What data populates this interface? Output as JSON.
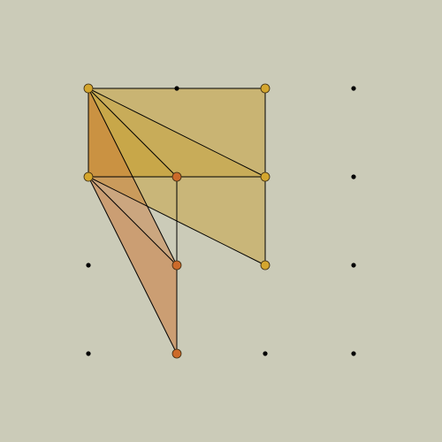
{
  "colors": {
    "background": "#CBCBB8",
    "line": "#000000",
    "gold_fill": "#C8A23A",
    "orange_fill": "#CC7A3A",
    "gold_vertex": "#D4A62E",
    "orange_vertex": "#CC6A2A",
    "dot": "#000000"
  },
  "grid": {
    "columns": [
      0,
      1,
      2,
      3
    ],
    "rows": [
      0,
      1,
      2,
      3
    ]
  },
  "vertices": [
    {
      "id": "A",
      "col": 0,
      "row": 0,
      "tone": "gold"
    },
    {
      "id": "B",
      "col": 2,
      "row": 0,
      "tone": "gold"
    },
    {
      "id": "C",
      "col": 0,
      "row": 1,
      "tone": "gold"
    },
    {
      "id": "D",
      "col": 1,
      "row": 1,
      "tone": "orange"
    },
    {
      "id": "E",
      "col": 2,
      "row": 1,
      "tone": "gold"
    },
    {
      "id": "F",
      "col": 2,
      "row": 2,
      "tone": "gold"
    },
    {
      "id": "G",
      "col": 1,
      "row": 2,
      "tone": "orange"
    },
    {
      "id": "H",
      "col": 1,
      "row": 3,
      "tone": "orange"
    }
  ],
  "polygons": [
    {
      "name": "rectangle-top",
      "points": [
        "A",
        "B",
        "E",
        "C"
      ],
      "tone": "gold",
      "opacity": 0.55
    },
    {
      "name": "triangle-right",
      "points": [
        "C",
        "E",
        "F"
      ],
      "tone": "gold",
      "opacity": 0.5
    },
    {
      "name": "triangle-apex-1",
      "points": [
        "A",
        "C",
        "E"
      ],
      "tone": "gold",
      "opacity": 0.45
    },
    {
      "name": "triangle-apex-2",
      "points": [
        "A",
        "C",
        "D"
      ],
      "tone": "gold",
      "opacity": 0.5
    },
    {
      "name": "triangle-apex-3",
      "points": [
        "A",
        "C",
        "G"
      ],
      "tone": "orange",
      "opacity": 0.45
    },
    {
      "name": "triangle-lower",
      "points": [
        "C",
        "G",
        "H"
      ],
      "tone": "orange",
      "opacity": 0.55
    }
  ],
  "segments": [
    [
      "A",
      "B"
    ],
    [
      "B",
      "E"
    ],
    [
      "A",
      "C"
    ],
    [
      "C",
      "E"
    ],
    [
      "A",
      "E"
    ],
    [
      "A",
      "D"
    ],
    [
      "A",
      "G"
    ],
    [
      "C",
      "G"
    ],
    [
      "C",
      "H"
    ],
    [
      "C",
      "F"
    ],
    [
      "E",
      "F"
    ],
    [
      "D",
      "G"
    ],
    [
      "G",
      "H"
    ]
  ]
}
